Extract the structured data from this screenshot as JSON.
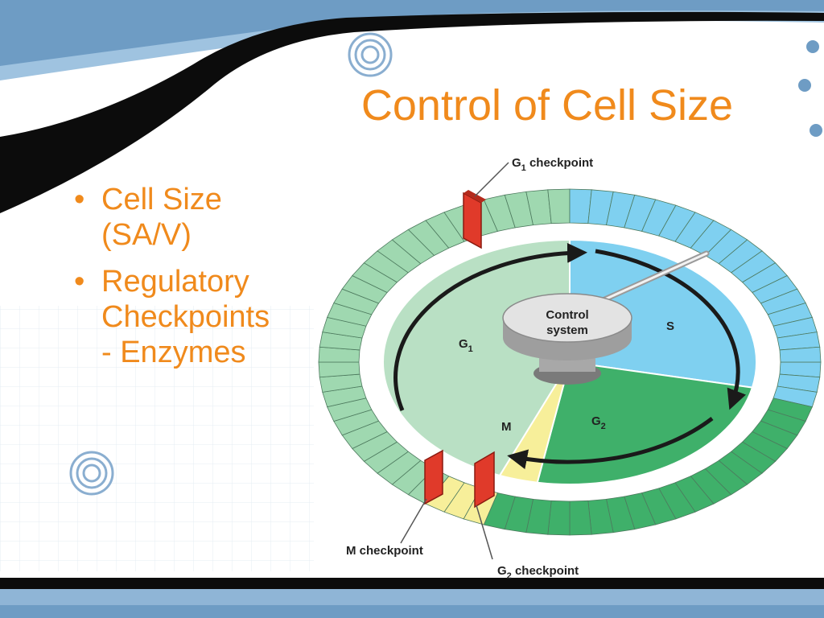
{
  "slide": {
    "title": "Control of Cell Size",
    "bullets": [
      {
        "lines": [
          "Cell Size",
          "(SA/V)"
        ]
      },
      {
        "lines": [
          "Regulatory",
          "Checkpoints",
          "- Enzymes"
        ]
      }
    ]
  },
  "diagram": {
    "center_label": [
      "Control",
      "system"
    ],
    "phases": [
      {
        "name": "G",
        "sub": "1",
        "color": "#b9e0c4"
      },
      {
        "name": "S",
        "sub": "",
        "color": "#7fd0f0"
      },
      {
        "name": "G",
        "sub": "2",
        "color": "#3fb06a"
      },
      {
        "name": "M",
        "sub": "",
        "color": "#f7ef9a"
      }
    ],
    "checkpoints": [
      {
        "prefix": "G",
        "sub": "1",
        "suffix": " checkpoint"
      },
      {
        "prefix": "M checkpoint",
        "sub": "",
        "suffix": ""
      },
      {
        "prefix": "G",
        "sub": "2",
        "suffix": " checkpoint"
      }
    ],
    "checkpoint_color": "#e03a2a"
  },
  "colors": {
    "title": "#f08a1c",
    "bullet_text": "#f08a1c",
    "band_black": "#0c0c0c",
    "band_blue": "#7fa9c8"
  }
}
